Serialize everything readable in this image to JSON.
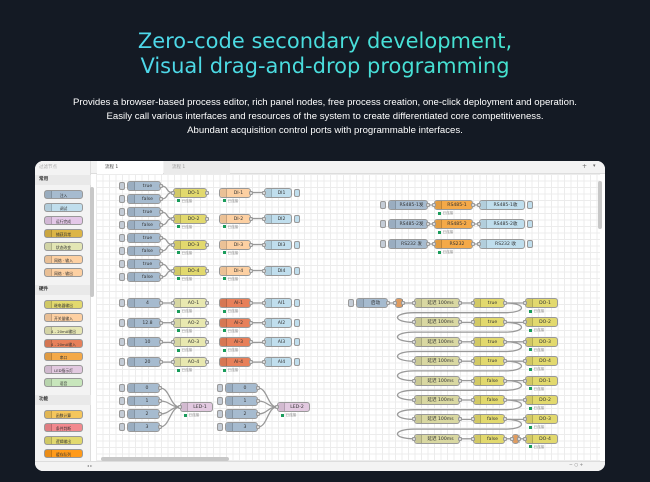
{
  "header": {
    "title_line1": "Zero-code secondary development,",
    "title_line2": "Visual drag-and-drop programming",
    "desc_line1": "Provides a browser-based process editor, rich panel nodes, free process creation, one-click deployment and operation.",
    "desc_line2": "Easily call various interfaces and resources of the system to create differentiated core competitiveness.",
    "desc_line3": "Abundant acquisition control ports with programmable interfaces."
  },
  "editor": {
    "tabs": [
      "流程 1",
      "流程 1"
    ],
    "status_connected": "已连接",
    "palette": {
      "filter_placeholder": "过滤节点",
      "sections": [
        {
          "title": "常用",
          "items": [
            {
              "label": "注入",
              "color": "#a6bbcf"
            },
            {
              "label": "调试",
              "color": "#c0deed"
            },
            {
              "label": "运行完成",
              "color": "#e4c8e8"
            },
            {
              "label": "捕获异常",
              "color": "#dcb546"
            },
            {
              "label": "状态改变",
              "color": "#e3e6b4"
            },
            {
              "label": "网络 · 输入",
              "color": "#fdd0a2"
            },
            {
              "label": "网络 · 输出",
              "color": "#fdd0a2"
            }
          ]
        },
        {
          "title": "硬件",
          "items": [
            {
              "label": "继电器输出",
              "color": "#e2d96e"
            },
            {
              "label": "开关量输入",
              "color": "#fdd0a2"
            },
            {
              "label": "4 - 20mA输出",
              "color": "#e6e6b4"
            },
            {
              "label": "4 - 20mA输入",
              "color": "#e7805a"
            },
            {
              "label": "串口",
              "color": "#f4a948"
            },
            {
              "label": "LED指示灯",
              "color": "#e2c9e0"
            },
            {
              "label": "语音",
              "color": "#c8e6bc"
            }
          ]
        },
        {
          "title": "功能",
          "items": [
            {
              "label": "函数计算",
              "color": "#f5c65c"
            },
            {
              "label": "条件判断",
              "color": "#f2898e"
            },
            {
              "label": "逻辑输出",
              "color": "#e2d96e"
            },
            {
              "label": "缓存队列",
              "color": "#ff9a1a"
            }
          ]
        }
      ]
    },
    "flows": {
      "do_injects": [
        "true",
        "false",
        "true",
        "false",
        "true",
        "false",
        "true",
        "false"
      ],
      "do_nodes": [
        "DO-1",
        "DO-2",
        "DO-3",
        "DO-4"
      ],
      "di_nodes": [
        "DI-1",
        "DI-2",
        "DI-3",
        "DI-4"
      ],
      "di_debug": [
        "DI1",
        "DI2",
        "DI3",
        "DI4"
      ],
      "ao_injects": [
        "4",
        "12.8",
        "10",
        "20"
      ],
      "ao_nodes": [
        "AO-1",
        "AO-2",
        "AO-3",
        "AO-4"
      ],
      "ai_nodes": [
        "AI-1",
        "AI-2",
        "AI-3",
        "AI-4"
      ],
      "ai_debug": [
        "AI1",
        "AI2",
        "AI3",
        "AI4"
      ],
      "led_groups": [
        {
          "injects": [
            "0",
            "1",
            "2",
            "3"
          ],
          "led": "LED-1"
        },
        {
          "injects": [
            "0",
            "1",
            "2",
            "3"
          ],
          "led": "LED-2"
        }
      ],
      "serial_injects": [
        "RS485-1发",
        "RS485-2发",
        "RS232 发"
      ],
      "serial_nodes": [
        "RS485-1",
        "RS485-2",
        "RS232"
      ],
      "serial_debug": [
        "RS485-1收",
        "RS485-2收",
        "RS232 收"
      ],
      "sequence": {
        "start": "启动",
        "delays": [
          "延迟 100ms",
          "延迟 100ms",
          "延迟 100ms",
          "延迟 100ms",
          "延迟 100ms",
          "延迟 100ms",
          "延迟 100ms",
          "延迟 100ms"
        ],
        "switches": [
          "true",
          "true",
          "true",
          "true",
          "false",
          "false",
          "false",
          "false"
        ],
        "outputs": [
          "DO-1",
          "DO-2",
          "DO-3",
          "DO-4",
          "DO-1",
          "DO-2",
          "DO-3",
          "DO-4"
        ]
      }
    },
    "colors": {
      "inject": "#a6bbcf",
      "do": "#e2d96e",
      "di": "#fdd0a2",
      "debug": "#c0deed",
      "ao": "#e8e8b0",
      "ai": "#e7805a",
      "led": "#e2c9e0",
      "serial": "#f4a948",
      "delay": "#d9d8a2",
      "switch": "#e2d96e",
      "trigger": "#f0a868"
    }
  }
}
